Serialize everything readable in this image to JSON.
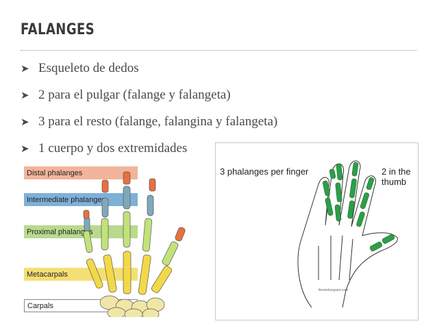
{
  "title": "FALANGES",
  "bullets": [
    "Esqueleto de dedos",
    "2 para el pulgar (falange y falangeta)",
    "3 para el resto (falange, falangina y falangeta)",
    "1 cuerpo y dos extremidades"
  ],
  "left_figure": {
    "bands": [
      {
        "label": "Distal phalanges",
        "color": "#f2b49a"
      },
      {
        "label": "Intermediate phalanges",
        "color": "#7fb0d8"
      },
      {
        "label": "Proximal phalanges",
        "color": "#b9d98e"
      },
      {
        "label": "Metacarpals",
        "color": "#f5df74"
      },
      {
        "label": "Carpals",
        "color": "#ffffff"
      }
    ],
    "bone_colors": {
      "distal": "#e8703f",
      "intermediate": "#7fa9b8",
      "proximal": "#c3e27a",
      "metacarpal": "#f3d948",
      "carpal": "#f1e6a6"
    }
  },
  "right_figure": {
    "label_left": "3 phalanges per finger",
    "label_right": "2 in the thumb",
    "footnote": "themeborgram.com",
    "highlight_color": "#2e9e47"
  }
}
